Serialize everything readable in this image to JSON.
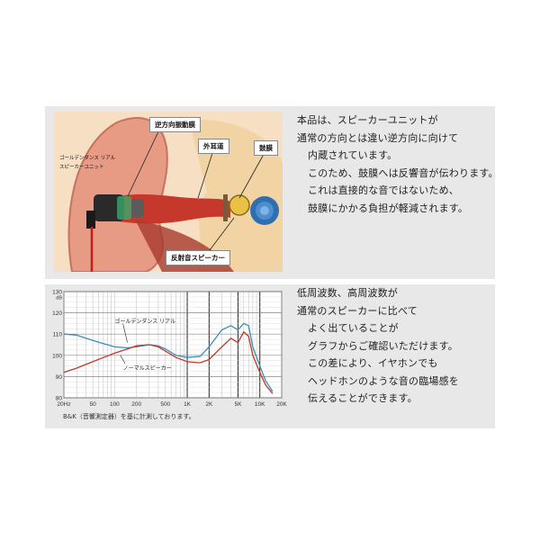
{
  "ear_diagram": {
    "labels": {
      "reverse_vibration_membrane": "逆方向振動膜",
      "outer_ear_canal": "外耳道",
      "eardrum": "鼓膜",
      "golden_dance_real": "ゴールデンダンス リアル",
      "speaker_unit": "スピーカーユニット",
      "reflective_speaker": "反射音スピーカー"
    }
  },
  "paragraph1": {
    "lines": [
      "本品は、スピーカーユニットが",
      "通常の方向とは違い逆方向に向けて",
      "内蔵されています。",
      "このため、鼓膜へは反響音が伝わります。",
      "これは直接的な音ではないため、",
      "鼓膜にかかる負担が軽減されます。"
    ]
  },
  "paragraph2": {
    "lines": [
      "低周波数、高周波数が",
      "通常のスピーカーに比べて",
      "よく出ていることが",
      "グラフからご確認いただけます。",
      "この差により、イヤホンでも",
      "ヘッドホンのような音の臨場感を",
      "伝えることができます。"
    ]
  },
  "chart_caption": "B&K（音響測定器）を基に計測しております。",
  "chart_data": {
    "type": "line",
    "title": "",
    "xlabel": "",
    "ylabel": "dB",
    "x_scale": "log",
    "xlim": [
      20,
      20000
    ],
    "ylim": [
      80,
      130
    ],
    "x_ticks": [
      20,
      50,
      100,
      200,
      500,
      1000,
      2000,
      5000,
      10000,
      20000
    ],
    "x_tick_labels": [
      "20Hz",
      "50",
      "100",
      "200",
      "500",
      "1K",
      "2K",
      "5K",
      "10K",
      "20K"
    ],
    "y_ticks": [
      80,
      90,
      100,
      110,
      120,
      130
    ],
    "grid": true,
    "series": [
      {
        "name": "ゴールデンダンス リアル",
        "color": "#3a8fb5",
        "x": [
          20,
          30,
          50,
          70,
          100,
          150,
          200,
          300,
          400,
          500,
          700,
          1000,
          1500,
          2000,
          3000,
          4000,
          5000,
          6000,
          7000,
          8000,
          10000,
          12000,
          15000
        ],
        "y": [
          110,
          109.5,
          107,
          105.5,
          104,
          103.5,
          104,
          105,
          104.5,
          103,
          100,
          99,
          99.5,
          104,
          112,
          114,
          112,
          115,
          114,
          104,
          95,
          88,
          83
        ]
      },
      {
        "name": "ノーマルスピーカー",
        "color": "#c0392b",
        "x": [
          20,
          30,
          50,
          70,
          100,
          150,
          200,
          300,
          400,
          500,
          700,
          1000,
          1500,
          2000,
          3000,
          4000,
          5000,
          6000,
          7000,
          8000,
          10000,
          12000,
          15000
        ],
        "y": [
          92,
          94,
          97,
          99,
          101,
          103,
          104.5,
          105,
          104,
          102,
          99,
          97,
          96.5,
          98,
          104,
          108,
          106,
          111,
          109,
          100,
          92,
          86,
          82
        ]
      }
    ]
  }
}
